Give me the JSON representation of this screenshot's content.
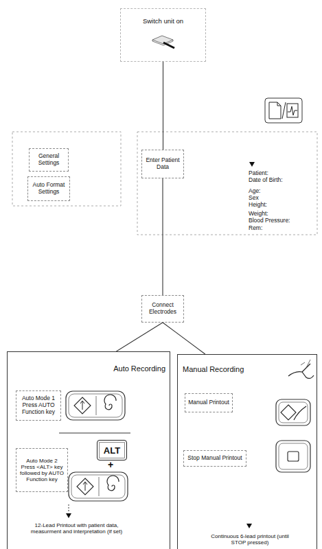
{
  "diagram": {
    "nodes": [
      {
        "text": [
          "Switch unit on"
        ]
      },
      {
        "text": [
          "General Settings"
        ]
      },
      {
        "text": [
          "Auto Format Settings"
        ]
      },
      {
        "text": [
          "Enter Patient Data"
        ]
      },
      {
        "text": [
          "Connect Electrodes"
        ]
      },
      {
        "text": [
          "Auto Recording",
          "12-Lead Printout with patient data, measurment and interpretation (if set)"
        ]
      },
      {
        "text": [
          "Auto Mode 1 Press AUTO Function key"
        ],
        "in": 5
      },
      {
        "text": [
          "Auto Mode 2 Press <ALT> key followed by AUTO Function key"
        ],
        "in": 5
      },
      {
        "text": [
          "ALT"
        ],
        "in": 5
      },
      {
        "text": [
          "Manual Recording",
          "Continuous 6-lead printout (until STOP pressed)"
        ]
      },
      {
        "text": [
          "Manual Printout"
        ],
        "in": 9
      },
      {
        "text": [
          "Stop Manual Printout"
        ],
        "in": 9
      }
    ],
    "edges": [
      {
        "from": 0,
        "to": 3,
        "arrow": "none"
      },
      {
        "from": 3,
        "to": 4,
        "arrow": "none"
      },
      {
        "from": 4,
        "to": 5,
        "arrow": "none"
      },
      {
        "from": 4,
        "to": 9,
        "arrow": "none"
      }
    ],
    "labels": [
      "Patient:",
      "Date of Birth:",
      "Age:",
      "Sex",
      "Height:",
      "Weight:",
      "Blood Pressure:",
      "Rem:",
      "+"
    ]
  }
}
